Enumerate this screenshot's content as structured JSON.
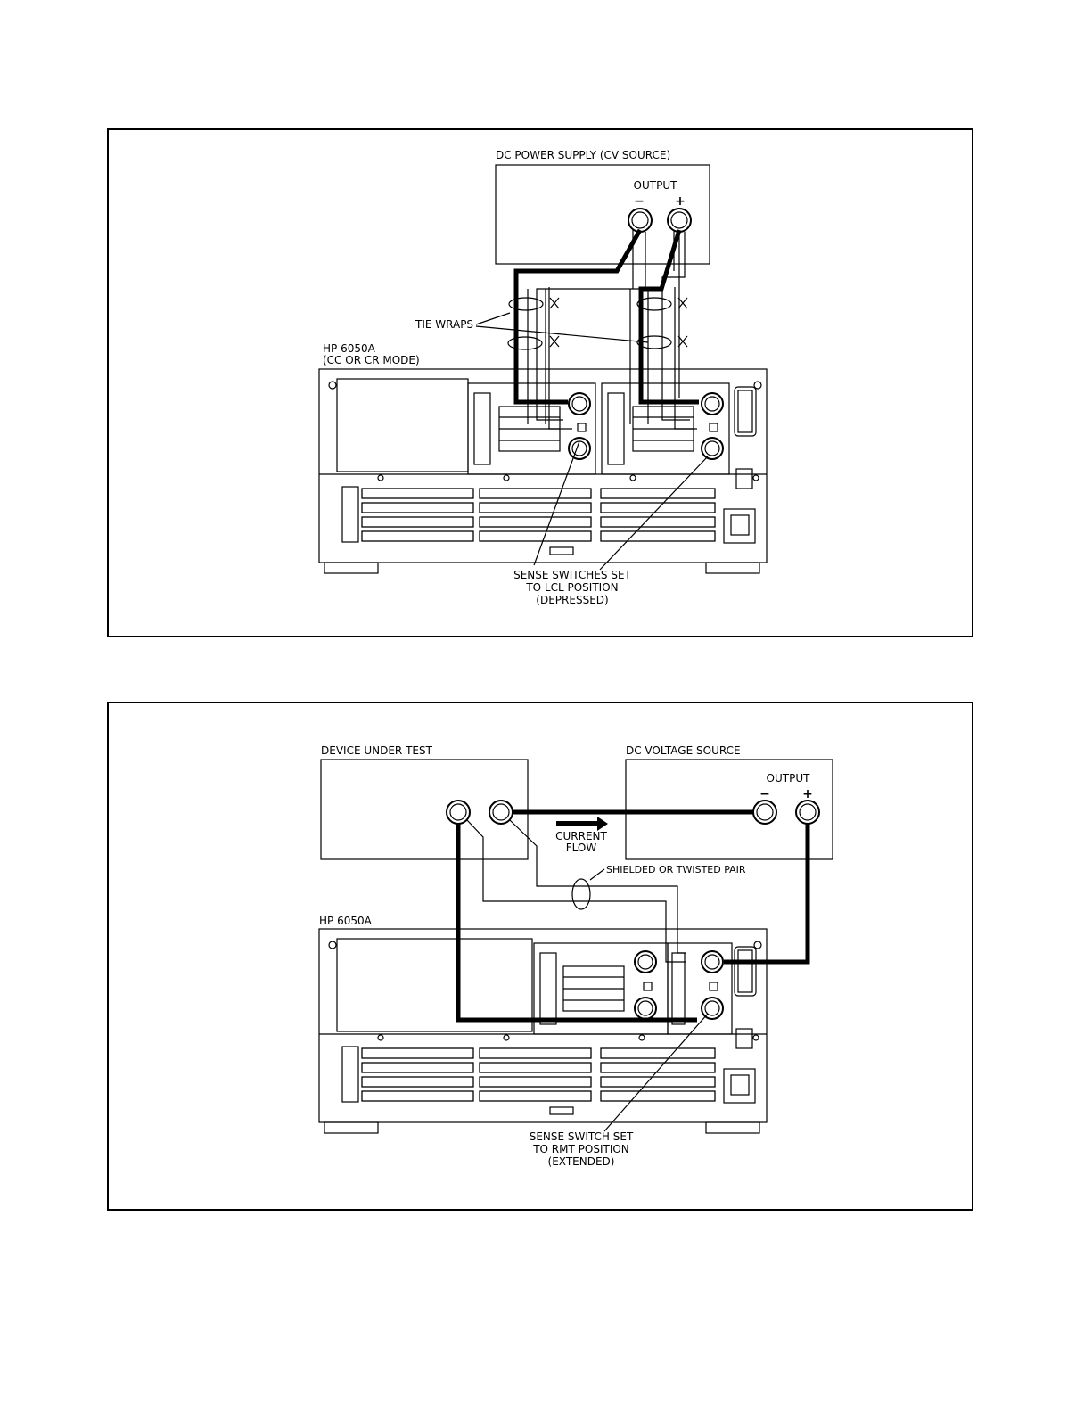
{
  "figure1": {
    "source_label": "DC POWER SUPPLY (CV SOURCE)",
    "output_label": "OUTPUT",
    "minus": "−",
    "plus": "+",
    "tie_wraps": "TIE WRAPS",
    "instrument_label_line1": "HP 6050A",
    "instrument_label_line2": "(CC OR CR MODE)",
    "sense_line1": "SENSE SWITCHES SET",
    "sense_line2": "TO LCL POSITION",
    "sense_line3": "(DEPRESSED)"
  },
  "figure2": {
    "dut_label": "DEVICE UNDER TEST",
    "source_label": "DC VOLTAGE SOURCE",
    "output_label": "OUTPUT",
    "minus": "−",
    "plus": "+",
    "current_line1": "CURRENT",
    "current_line2": "FLOW",
    "shielded": "SHIELDED OR TWISTED PAIR",
    "instrument_label": "HP 6050A",
    "sense_line1": "SENSE SWITCH SET",
    "sense_line2": "TO RMT POSITION",
    "sense_line3": "(EXTENDED)"
  }
}
